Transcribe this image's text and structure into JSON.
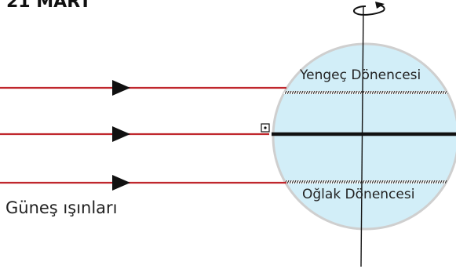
{
  "title": "21 MART",
  "labels": {
    "tropic_north": "Yengeç Dönencesi",
    "tropic_south": "Oğlak Dönencesi",
    "sun_rays": "Güneş ışınları"
  },
  "colors": {
    "ray": "#c0272d",
    "earth_fill": "#d2eef8",
    "earth_outline": "#cfcfcf",
    "equator": "#111111",
    "axis": "#111111"
  },
  "icons": {
    "right_angle": "right-angle-icon",
    "rotation": "rotation-arrow-icon",
    "ray_arrow": "arrowhead-icon"
  }
}
